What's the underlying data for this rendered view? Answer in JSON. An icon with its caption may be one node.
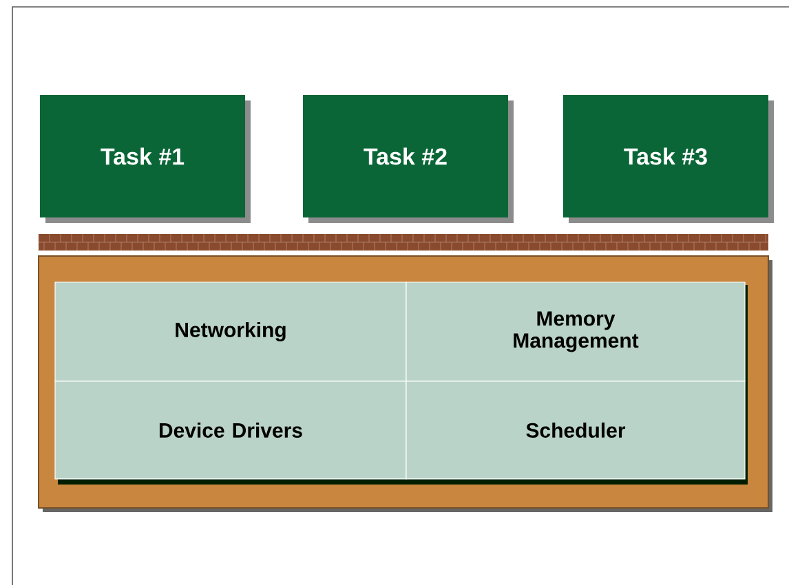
{
  "diagram": {
    "nodes": [
      {
        "text": [
          "Task #1"
        ]
      },
      {
        "text": [
          "Task #2"
        ]
      },
      {
        "text": [
          "Task #3"
        ]
      },
      {
        "text": [],
        "shape": "box"
      },
      {
        "text": [
          "Networking"
        ],
        "in": 3
      },
      {
        "text": [
          "Memory Management"
        ],
        "in": 3
      },
      {
        "text": [
          "Device Drivers"
        ],
        "in": 3
      },
      {
        "text": [
          "Scheduler"
        ],
        "in": 3
      }
    ]
  }
}
